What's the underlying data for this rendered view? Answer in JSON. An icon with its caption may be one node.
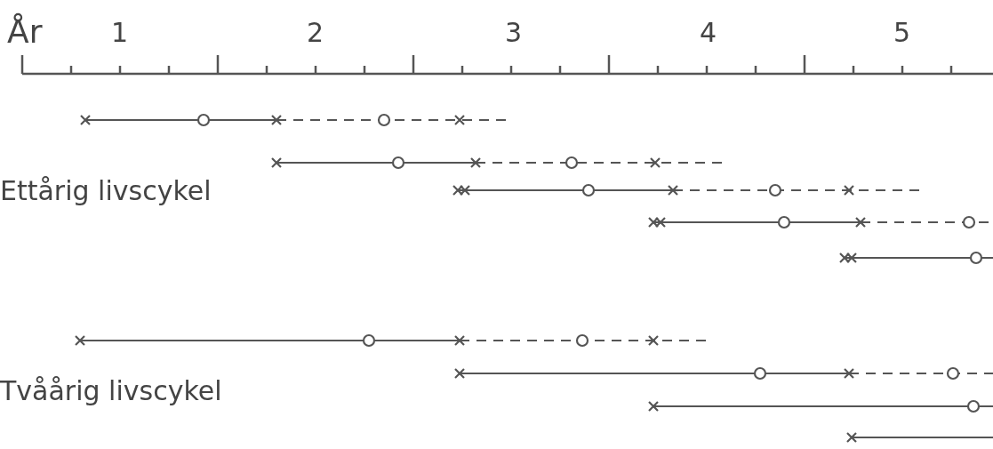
{
  "diagram": {
    "labels": [
      "År",
      "1",
      "2",
      "3",
      "4",
      "5",
      "Ettårig livscykel",
      "Tvåårig livscykel"
    ]
  }
}
